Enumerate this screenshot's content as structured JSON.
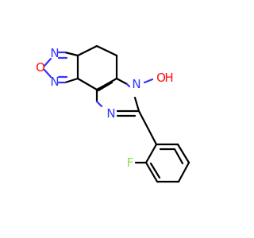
{
  "molecule": {
    "atom_labels": {
      "n_oxadiazole_top": "N",
      "o_oxadiazole": "O",
      "n_oxadiazole_bottom": "N",
      "n_imidazole_oh": "N",
      "o_hydroxyl": "O",
      "h_hydroxyl": "H",
      "n_imidazole": "N",
      "f_fluoro": "F"
    },
    "colors": {
      "bond": "#000000",
      "nitrogen": "#3333ff",
      "oxygen": "#ff0d0d",
      "fluorine": "#90e050"
    }
  }
}
